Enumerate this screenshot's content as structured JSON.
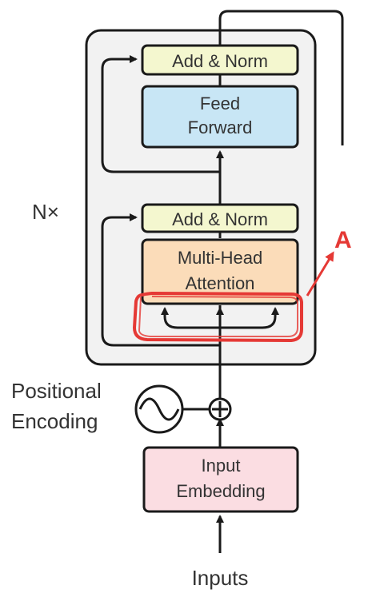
{
  "labels": {
    "add_norm_top": "Add & Norm",
    "feed_forward_line1": "Feed",
    "feed_forward_line2": "Forward",
    "add_norm_bottom": "Add & Norm",
    "mha_line1": "Multi-Head",
    "mha_line2": "Attention",
    "nx": "N×",
    "positional_line1": "Positional",
    "positional_line2": "Encoding",
    "embedding_line1": "Input",
    "embedding_line2": "Embedding",
    "inputs": "Inputs",
    "annotation": "A"
  },
  "colors": {
    "encoder_bg": "#f2f2f2",
    "add_norm_fill": "#f4f7cf",
    "feed_forward_fill": "#c8e6f5",
    "mha_fill": "#fbdcb9",
    "embedding_fill": "#fbdde2",
    "stroke": "#1a1a1a",
    "annotation": "#e53935"
  },
  "icons": {
    "positional_encoding": "sine-wave-circle-icon",
    "add": "circled-plus-icon",
    "annotation_arrow": "red-arrow-icon"
  }
}
